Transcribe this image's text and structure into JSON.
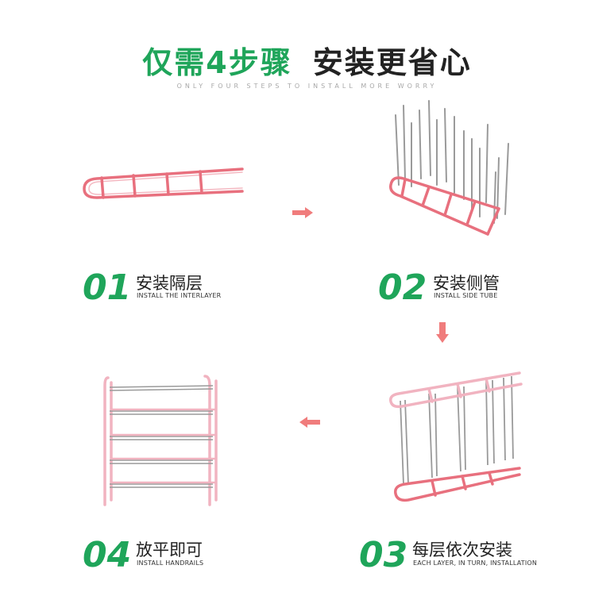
{
  "header": {
    "title_green": "仅需4步骤",
    "title_black": "安装更省心",
    "subtitle": "ONLY FOUR STEPS TO INSTALL MORE WORRY"
  },
  "steps": [
    {
      "number": "01",
      "title": "安装隔层",
      "caption": "INSTALL THE INTERLAYER"
    },
    {
      "number": "02",
      "title": "安装侧管",
      "caption": "INSTALL SIDE TUBE"
    },
    {
      "number": "03",
      "title": "每层依次安装",
      "caption": "EACH LAYER, IN TURN, INSTALLATION"
    },
    {
      "number": "04",
      "title": "放平即可",
      "caption": "INSTALL HANDRAILS"
    }
  ],
  "colors": {
    "accent_green": "#1fa55a",
    "frame_pink": "#e8707e",
    "frame_light_pink": "#f1b3c0",
    "rod_gray": "#9a9a9a",
    "arrow_red": "#f07c7c"
  },
  "icons": [
    "arrow-right-icon",
    "arrow-down-icon",
    "arrow-left-icon"
  ]
}
